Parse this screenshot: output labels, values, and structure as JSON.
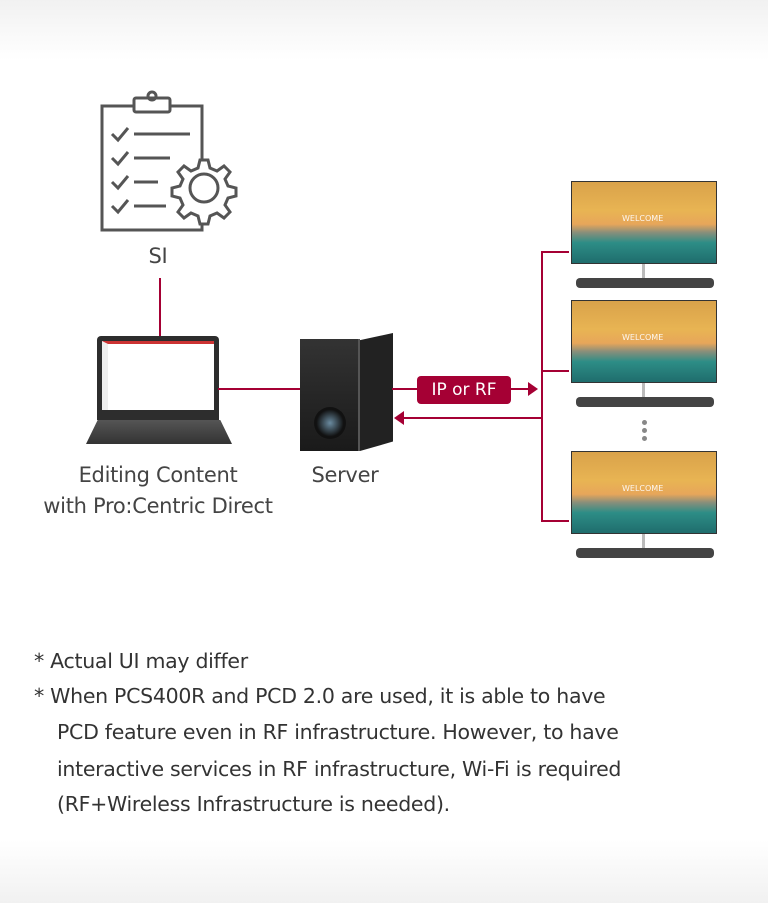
{
  "labels": {
    "si": "SI",
    "editing_line1": "Editing Content",
    "editing_line2": "with Pro:Centric Direct",
    "server": "Server",
    "connection": "IP or RF",
    "tv_screen": "WELCOME"
  },
  "notes": [
    "* Actual UI may differ",
    "* When PCS400R and PCD 2.0 are used, it is able to have",
    "PCD feature even in RF infrastructure. However, to have",
    "interactive services in RF infrastructure, Wi-Fi is required",
    "(RF+Wireless Infrastructure is needed)."
  ],
  "colors": {
    "accent": "#a50034"
  },
  "icons": [
    "clipboard-checklist-gear-icon",
    "laptop-icon",
    "server-tower-icon",
    "tv-icon"
  ]
}
